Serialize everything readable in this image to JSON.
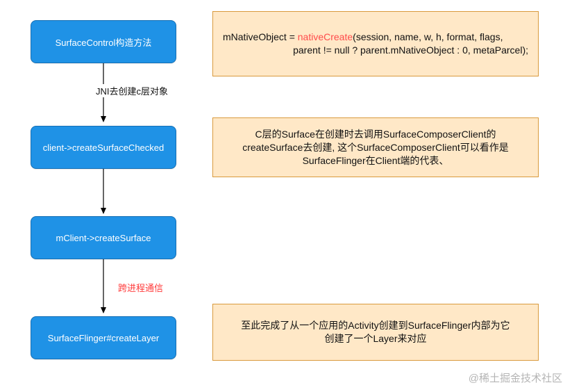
{
  "nodes": [
    {
      "label": "SurfaceControl构造方法"
    },
    {
      "label": "client->createSurfaceChecked"
    },
    {
      "label": "mClient->createSurface"
    },
    {
      "label": "SurfaceFlinger#createLayer"
    }
  ],
  "edges": {
    "jni_label": "JNI去创建c层对象",
    "ipc_label": "跨进程通信"
  },
  "notes": {
    "code": {
      "prefix": "mNativeObject = ",
      "fn": "nativeCreate",
      "args_line1": "(session, name, w, h, format, flags,",
      "line2": "parent != null ? parent.mNativeObject : 0, metaParcel);"
    },
    "surface": {
      "line1": "C层的Surface在创建时去调用SurfaceComposerClient的",
      "line2": "createSurface去创建, 这个SurfaceComposerClient可以看作是",
      "line3": "SurfaceFlinger在Client端的代表、"
    },
    "layer": {
      "line1": "至此完成了从一个应用的Activity创建到SurfaceFlinger内部为它",
      "line2": "创建了一个Layer来对应"
    }
  },
  "watermark": "@稀土掘金技术社区",
  "colors": {
    "node_fill": "#1f92e6",
    "note_fill": "#ffe8c7",
    "note_border": "#d99a3d",
    "highlight_red": "#ff4b4b"
  }
}
